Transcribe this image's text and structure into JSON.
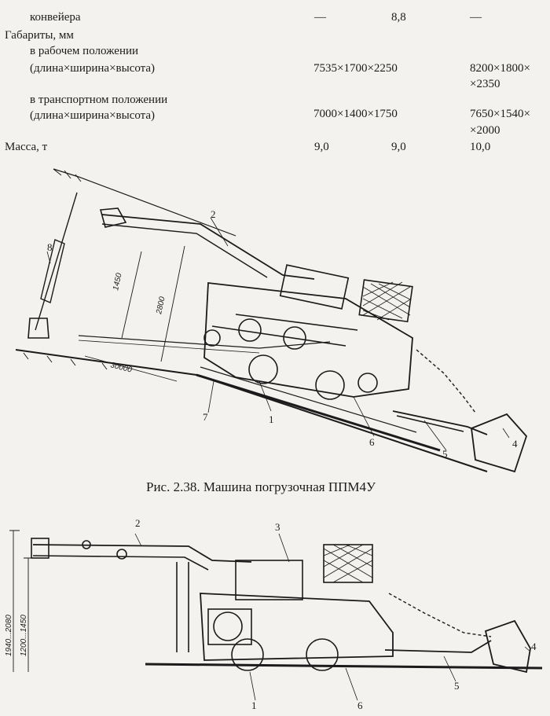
{
  "table": {
    "row_conveyor": {
      "label": "конвейера",
      "c1": "—",
      "c2": "8,8",
      "c3": "—"
    },
    "dimensions_header": "Габариты, мм",
    "working_position": {
      "label_line1": "в рабочем положении",
      "label_line2": "(длина×ширина×высота)",
      "c1": "7535×1700×2250",
      "c3_line1": "8200×1800×",
      "c3_line2": "×2350"
    },
    "transport_position": {
      "label_line1": "в транспортном положении",
      "label_line2": "(длина×ширина×высота)",
      "c1": "7000×1400×1750",
      "c3_line1": "7650×1540×",
      "c3_line2": "×2000"
    },
    "mass": {
      "label": "Масса, т",
      "c1": "9,0",
      "c2": "9,0",
      "c3": "10,0"
    }
  },
  "figure1": {
    "dim_1450": "1450",
    "dim_2800": "2800",
    "dim_30000": "30000",
    "labels": {
      "l1": "1",
      "l2": "2",
      "l4": "4",
      "l5": "5",
      "l6": "6",
      "l7": "7",
      "l8": "8"
    }
  },
  "caption": "Рис. 2.38. Машина погрузочная ППМ4У",
  "figure2": {
    "dim_height": "1940...2080",
    "dim_height2": "1200...1450",
    "labels": {
      "l1": "1",
      "l2": "2",
      "l3": "3",
      "l4": "4",
      "l5": "5",
      "l6": "6"
    }
  }
}
